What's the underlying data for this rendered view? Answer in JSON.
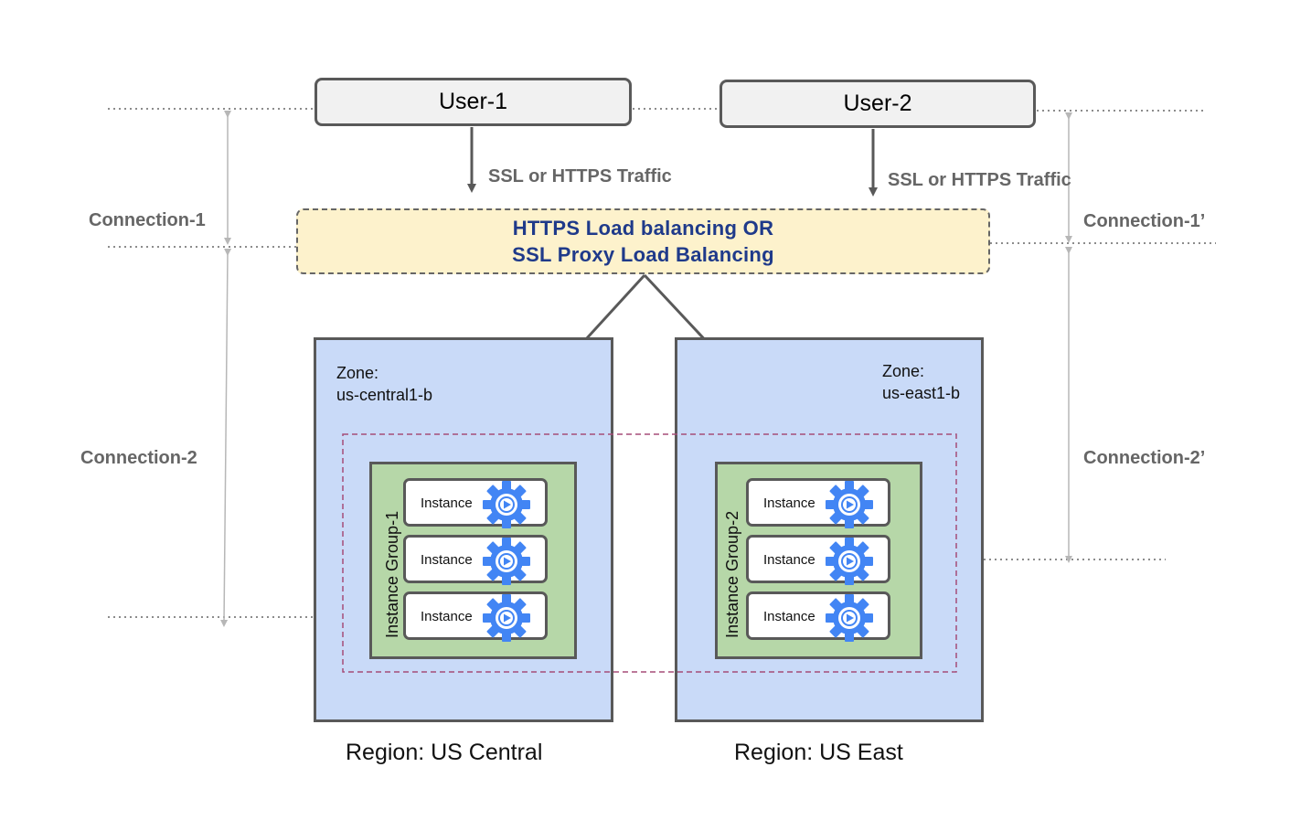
{
  "users": [
    {
      "label": "User-1"
    },
    {
      "label": "User-2"
    }
  ],
  "traffic_label": "SSL or HTTPS Traffic",
  "load_balancer": {
    "line1": "HTTPS Load balancing OR",
    "line2": "SSL Proxy Load Balancing"
  },
  "connections": {
    "left_1": "Connection-1",
    "left_2": "Connection-2",
    "right_1": "Connection-1’",
    "right_2": "Connection-2’"
  },
  "zones": [
    {
      "label_line1": "Zone:",
      "label_line2": "us-central1-b",
      "region": "Region: US Central",
      "group": "Instance Group-1",
      "instances": [
        "Instance",
        "Instance",
        "Instance"
      ]
    },
    {
      "label_line1": "Zone:",
      "label_line2": "us-east1-b",
      "region": "Region: US East",
      "group": "Instance Group-2",
      "instances": [
        "Instance",
        "Instance",
        "Instance"
      ]
    }
  ],
  "colors": {
    "zone_fill": "#c9daf8",
    "group_fill": "#b6d7a8",
    "lb_fill": "#fdf2cc",
    "lb_text": "#1f3a8a",
    "gear": "#4285f4",
    "dashed_region": "#a64d79"
  },
  "icons": {
    "instance": "compute-engine-gear-icon"
  }
}
